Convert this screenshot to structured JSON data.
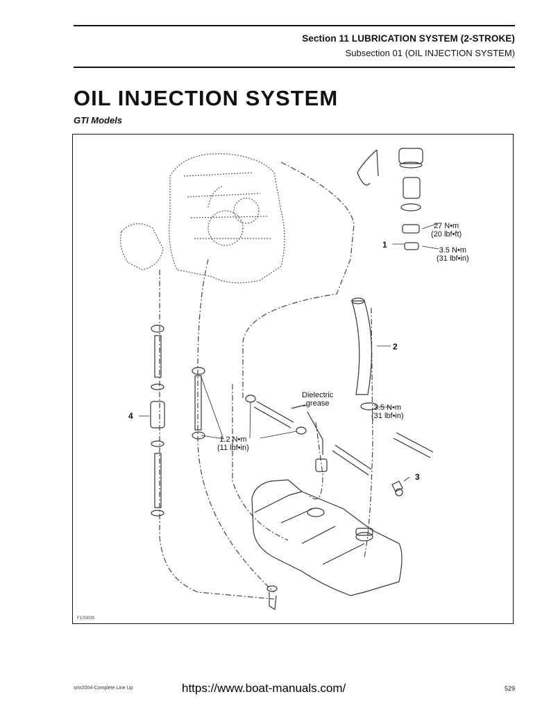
{
  "header": {
    "section": "Section 11 LUBRICATION SYSTEM (2-STROKE)",
    "subsection": "Subsection 01 (OIL INJECTION SYSTEM)"
  },
  "title": "OIL INJECTION SYSTEM",
  "subtitle": "GTI Models",
  "figure": {
    "code": "F17G03S",
    "torque_labels": [
      {
        "value": "27 N•m",
        "alt": "(20 lbf•ft)"
      },
      {
        "value": "3.5 N•m",
        "alt": "(31 lbf•in)"
      },
      {
        "value": "3.5 N•m",
        "alt": "(31 lbf•in)"
      },
      {
        "value": "1.2 N•m",
        "alt": "(11 lbf•in)"
      }
    ],
    "note": {
      "line1": "Dielectric",
      "line2": "grease"
    },
    "callouts": [
      "1",
      "2",
      "3",
      "4"
    ]
  },
  "footer": {
    "doc": "smr2004-Complete Line Up",
    "url": "https://www.boat-manuals.com/",
    "page": "529"
  }
}
